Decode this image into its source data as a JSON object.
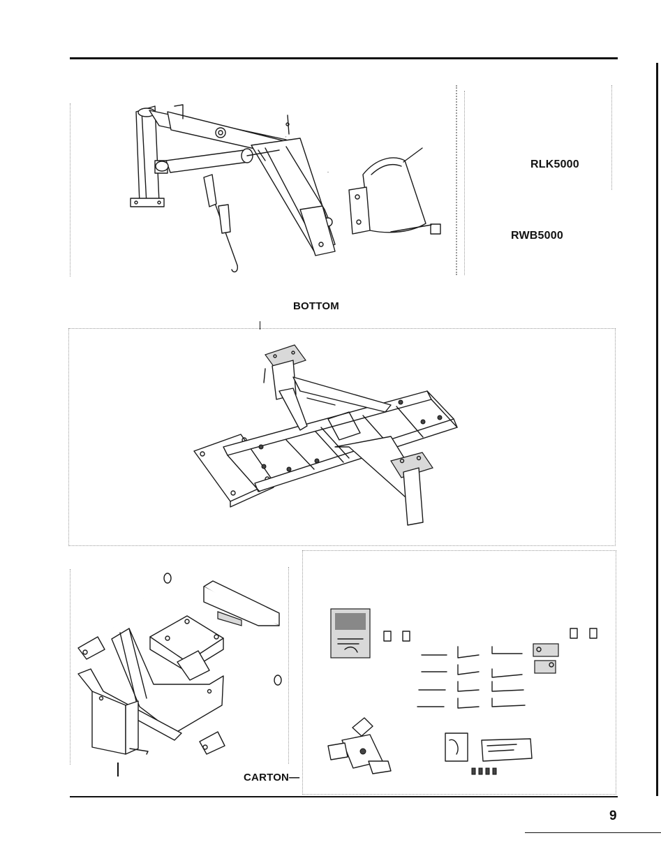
{
  "labels": {
    "rlk": "RLK5000",
    "rwb": "RWB5000",
    "bottom": "BOTTOM",
    "carton": "CARTON—"
  },
  "page_number": "9",
  "icons": [
    "lift-arm-assembly",
    "stone-guard",
    "wheel-base-frame",
    "support-brackets",
    "hardware-kit"
  ]
}
